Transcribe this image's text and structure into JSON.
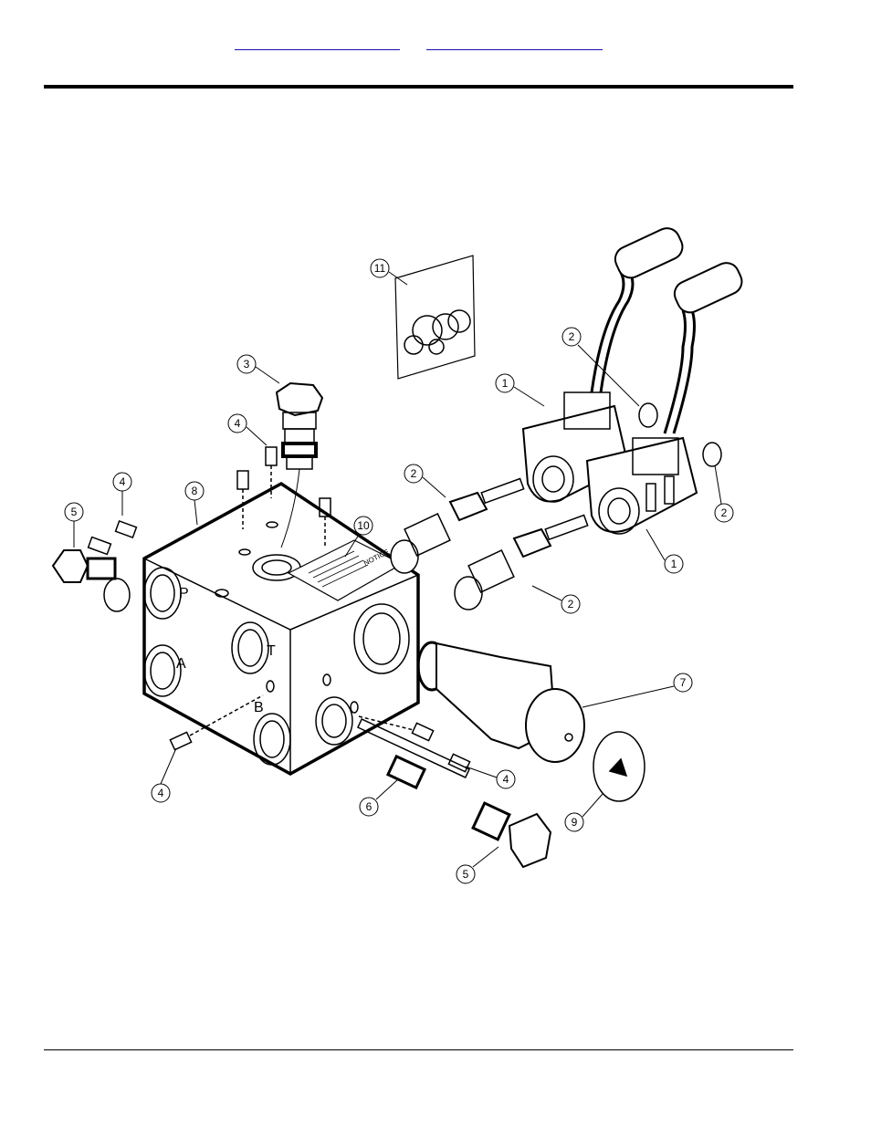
{
  "header": {
    "link_1": "",
    "link_2": ""
  },
  "diagram": {
    "callouts": [
      "1",
      "1",
      "2",
      "2",
      "2",
      "2",
      "3",
      "4",
      "4",
      "4",
      "4",
      "5",
      "5",
      "6",
      "7",
      "8",
      "9",
      "10",
      "11"
    ],
    "block_port_labels": [
      "P",
      "A",
      "T",
      "B"
    ],
    "decal_title": "NOTICE"
  }
}
